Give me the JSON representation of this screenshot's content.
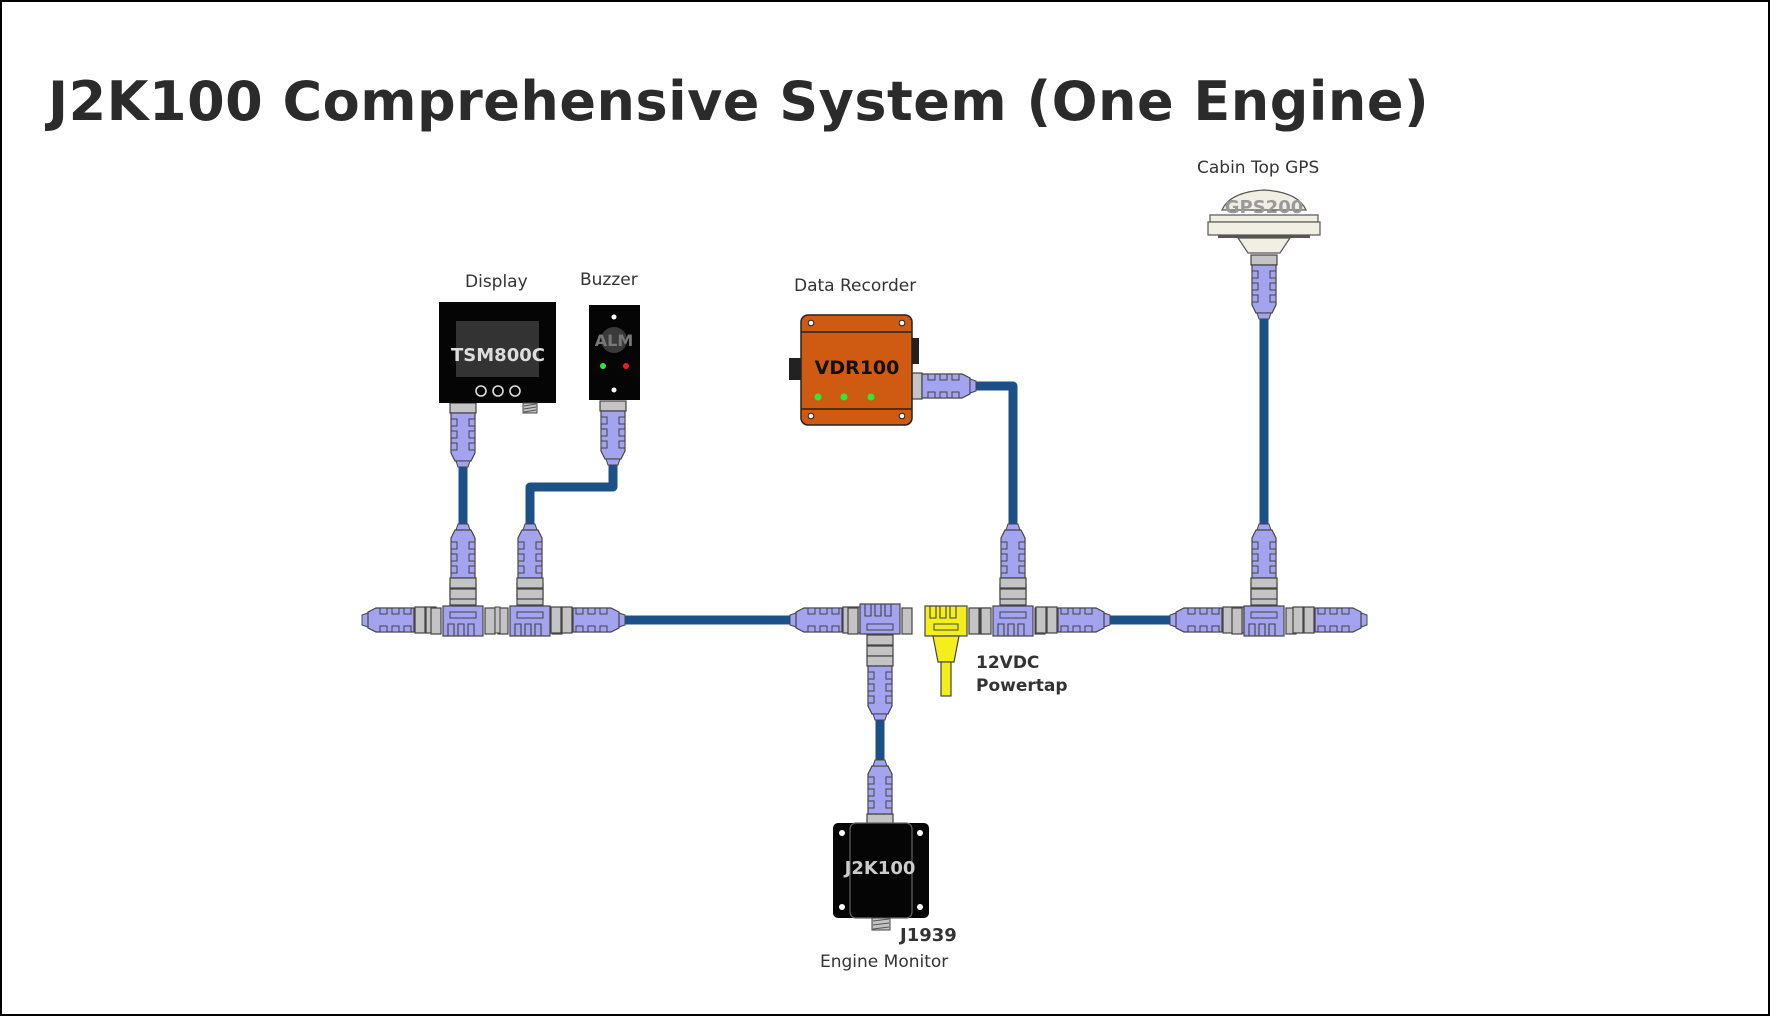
{
  "title": "J2K100 Comprehensive System (One Engine)",
  "colors": {
    "cable": "#1b5186",
    "connector": "#a3a3f0",
    "coupling": "#c4c4c4",
    "powertap": "#f3ee1c",
    "vdr_body": "#cf5a12",
    "device_black": "#050505",
    "led_green": "#2ee83a",
    "led_red": "#e81f1f",
    "gps_body": "#f1efe3"
  },
  "devices": {
    "display": {
      "label": "Display",
      "model": "TSM800C"
    },
    "buzzer": {
      "label": "Buzzer",
      "model": "ALM"
    },
    "recorder": {
      "label": "Data Recorder",
      "model": "VDR100"
    },
    "gps": {
      "label": "Cabin Top GPS",
      "model": "GPS200"
    },
    "engine": {
      "label": "Engine Monitor",
      "model": "J2K100",
      "port": "J1939"
    }
  },
  "powertap": {
    "line1": "12VDC",
    "line2": "Powertap"
  }
}
